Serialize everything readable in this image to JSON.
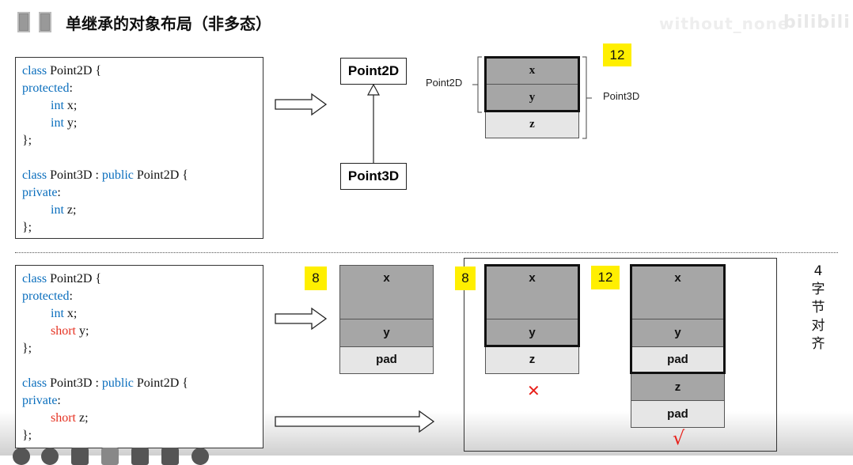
{
  "header": {
    "title": "单继承的对象布局（非多态）",
    "watermark": "without_none",
    "site_logo": "bilibili"
  },
  "colors": {
    "keyword": "#0a6ebd",
    "type_short": "#e53222",
    "field_dark": "#a6a6a6",
    "field_light": "#e6e6e6",
    "size_badge": "#ffef00"
  },
  "top": {
    "code": [
      [
        {
          "t": "class",
          "c": "kw"
        },
        {
          "t": " Point2D {",
          "c": "tx"
        }
      ],
      [
        {
          "t": "protected",
          "c": "kw"
        },
        {
          "t": ":",
          "c": "tx"
        }
      ],
      [
        {
          "t": "         int",
          "c": "kw"
        },
        {
          "t": " x;",
          "c": "tx"
        }
      ],
      [
        {
          "t": "         int",
          "c": "kw"
        },
        {
          "t": " y;",
          "c": "tx"
        }
      ],
      [
        {
          "t": "};",
          "c": "tx"
        }
      ],
      [],
      [
        {
          "t": "class",
          "c": "kw"
        },
        {
          "t": " Point3D : ",
          "c": "tx"
        },
        {
          "t": "public",
          "c": "kw"
        },
        {
          "t": " Point2D {",
          "c": "tx"
        }
      ],
      [
        {
          "t": "private",
          "c": "kw"
        },
        {
          "t": ":",
          "c": "tx"
        }
      ],
      [
        {
          "t": "         int",
          "c": "kw"
        },
        {
          "t": " z;",
          "c": "tx"
        }
      ],
      [
        {
          "t": "};",
          "c": "tx"
        }
      ]
    ],
    "base_class": "Point2D",
    "derived_class": "Point3D",
    "size": "12",
    "fields": [
      "x",
      "y",
      "z"
    ],
    "label_base": "Point2D",
    "label_derived": "Point3D"
  },
  "bottom": {
    "code": [
      [
        {
          "t": "class",
          "c": "kw"
        },
        {
          "t": " Point2D {",
          "c": "tx"
        }
      ],
      [
        {
          "t": "protected",
          "c": "kw"
        },
        {
          "t": ":",
          "c": "tx"
        }
      ],
      [
        {
          "t": "         int",
          "c": "kw"
        },
        {
          "t": " x;",
          "c": "tx"
        }
      ],
      [
        {
          "t": "         short",
          "c": "rd"
        },
        {
          "t": " y;",
          "c": "tx"
        }
      ],
      [
        {
          "t": "};",
          "c": "tx"
        }
      ],
      [],
      [
        {
          "t": "class",
          "c": "kw"
        },
        {
          "t": " Point3D : ",
          "c": "tx"
        },
        {
          "t": "public",
          "c": "kw"
        },
        {
          "t": " Point2D {",
          "c": "tx"
        }
      ],
      [
        {
          "t": "private",
          "c": "kw"
        },
        {
          "t": ":",
          "c": "tx"
        }
      ],
      [
        {
          "t": "         short",
          "c": "rd"
        },
        {
          "t": " z;",
          "c": "tx"
        }
      ],
      [
        {
          "t": "};",
          "c": "tx"
        }
      ]
    ],
    "base_layout": {
      "size": "8",
      "fields": [
        "x",
        "y",
        "pad"
      ]
    },
    "wrong_layout": {
      "size": "8",
      "fields": [
        "x",
        "y",
        "z"
      ],
      "mark": "✕"
    },
    "right_layout": {
      "size": "12",
      "fields": [
        "x",
        "y",
        "pad",
        "z",
        "pad"
      ],
      "mark": "√"
    },
    "alignment_note": [
      "4",
      "字",
      "节",
      "对",
      "齐"
    ]
  }
}
